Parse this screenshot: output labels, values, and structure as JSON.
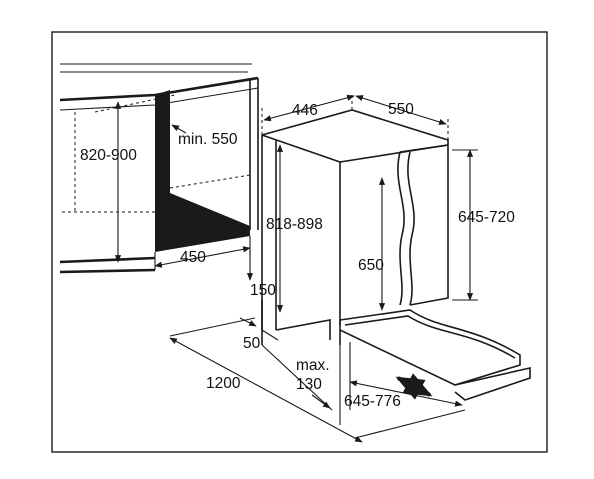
{
  "dimensions": {
    "cabinet_height": "820-900",
    "niche_depth_min": "min. 550",
    "niche_width": "450",
    "appliance_width": "446",
    "appliance_depth": "550",
    "appliance_height": "818-898",
    "door_height": "645-720",
    "appliance_inner_height": "650",
    "plinth_height": "150",
    "plinth_gap": "50",
    "total_depth": "1200",
    "plinth_recess_label": "max.",
    "plinth_recess_value": "130",
    "door_travel": "645-776"
  }
}
